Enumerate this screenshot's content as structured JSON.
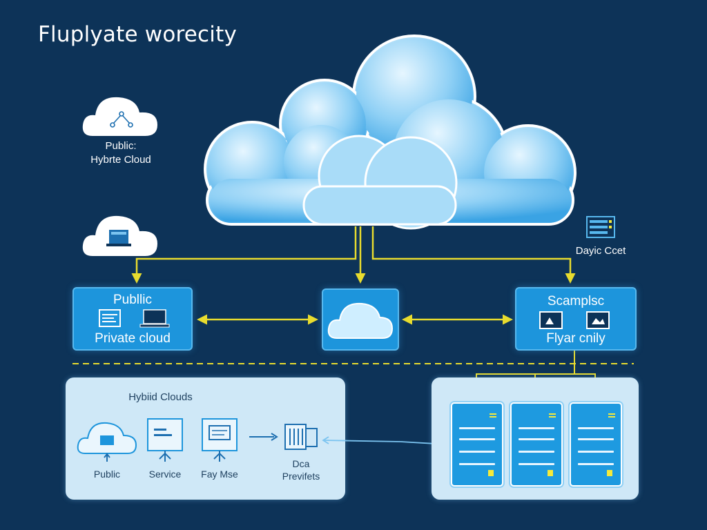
{
  "title": "Fluplyate worecity",
  "cloud_public_hybrid": {
    "line1": "Public:",
    "line2": "Hybrte Cloud",
    "icon": "network-nodes-icon"
  },
  "cloud_device": {
    "icon": "laptop-icon"
  },
  "dayic": {
    "label": "Dayic Ccet",
    "icon": "server-rack-icon"
  },
  "box_public": {
    "line1": "Publlic",
    "line2": "Private cloud"
  },
  "box_center": {
    "icon": "cloud-icon"
  },
  "box_scamplsc": {
    "line1": "Scamplsc",
    "line2": "Flyar cnily"
  },
  "panel_hybrid": {
    "title": "Hybiid Clouds",
    "items": [
      {
        "label": "Public",
        "icon": "folder-cloud-icon"
      },
      {
        "label": "Service",
        "icon": "monitor-icon"
      },
      {
        "label": "Fay Mse",
        "icon": "monitor-icon"
      }
    ],
    "data_line1": "Dca",
    "data_line2": "Previfets"
  },
  "colors": {
    "background": "#0d3358",
    "accent": "#1d95dc",
    "connector": "#e8dc2e",
    "panel": "#cfe8f7"
  }
}
